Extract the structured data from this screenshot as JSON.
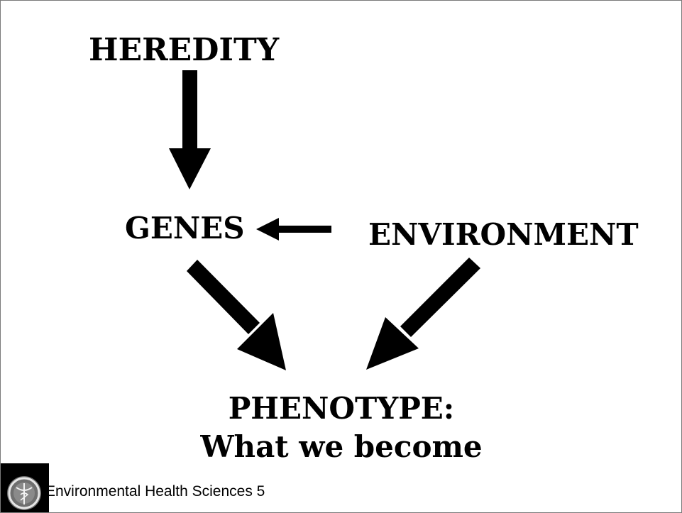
{
  "diagram": {
    "nodes": {
      "heredity": "HEREDITY",
      "genes": "GENES",
      "environment": "ENVIRONMENT",
      "phenotype_line1": "PHENOTYPE:",
      "phenotype_line2": "What we become"
    },
    "edges": [
      {
        "from": "heredity",
        "to": "genes"
      },
      {
        "from": "environment",
        "to": "genes"
      },
      {
        "from": "genes",
        "to": "phenotype"
      },
      {
        "from": "environment",
        "to": "phenotype"
      }
    ]
  },
  "footer": {
    "text": "Environmental Health Sciences 5",
    "logo_icon": "caduceus-seal-icon"
  }
}
